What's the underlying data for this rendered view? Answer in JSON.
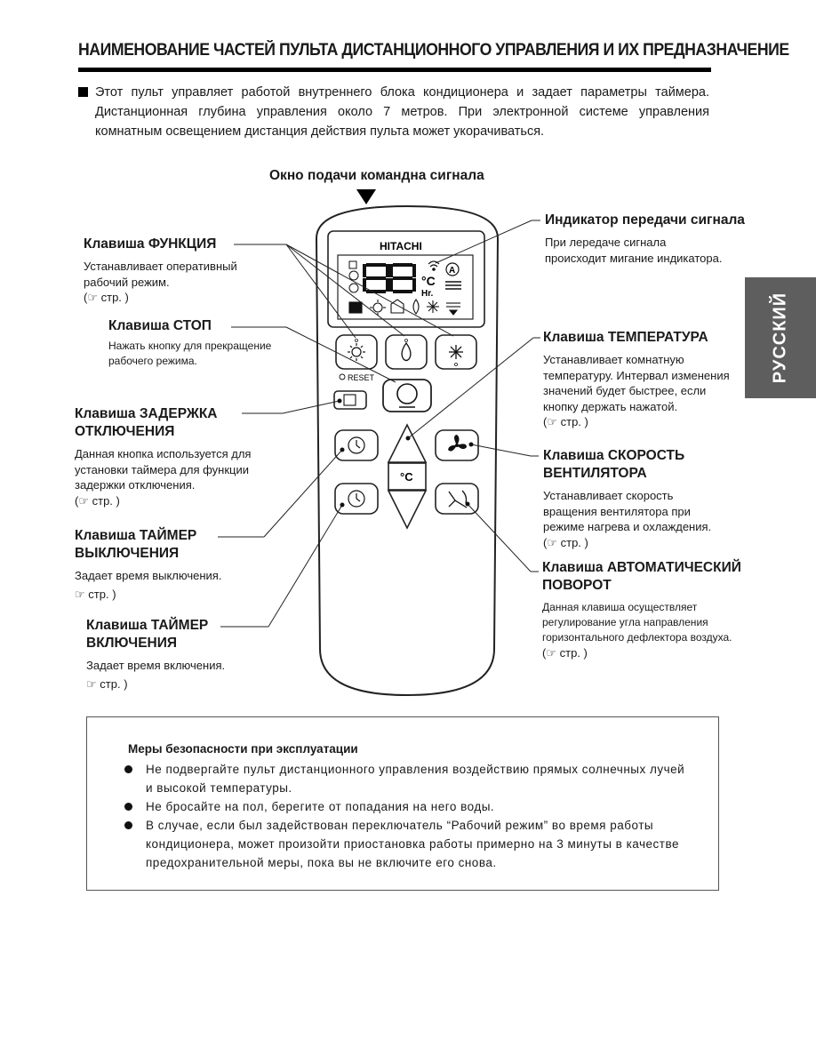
{
  "page_title": "НАИМЕНОВАНИЕ  ЧАСТЕЙ ПУЛЬТА ДИСТАНЦИОННОГО УПРАВЛЕНИЯ И ИХ ПРЕДНАЗНАЧЕНИЕ",
  "intro": "Этот пульт управляет работой внутреннего блока кондиционера и задает параметры таймера. Дистанционная глубина управления около 7 метров. При электронной системе управления комнатным освещением дистанция действия пульта может укорачиваться.",
  "language_tab": "РУССКИЙ",
  "remote": {
    "brand": "HITACHI",
    "reset": "RESET",
    "display_unit_c": "°C",
    "display_unit_hr": "Hr.",
    "display_auto": "A",
    "temp_key_unit": "°C"
  },
  "labels": {
    "signal_window": "Окно подачи команднa  сигнала",
    "function_key": {
      "title": "Клавиша ФУНКЦИЯ",
      "desc1": "Устанавливает оперативный",
      "desc2": "рабочий режим.",
      "ref": "стр.     )"
    },
    "stop_key": {
      "title": "Клавиша СТОП",
      "desc1": "Нажать кнопку для  прекращение",
      "desc2": "рабочего режима."
    },
    "delay_key": {
      "title1": "Клавиша ЗАДЕРЖКА",
      "title2": "ОТКЛЮЧЕНИЯ",
      "desc1": "Данная кнопка используется для",
      "desc2": "установки таймера для функции",
      "desc3": "задержки отключения.",
      "ref": "стр.     )"
    },
    "off_timer_key": {
      "title1": "Клавиша ТАЙМЕР",
      "title2": "ВЫКЛЮЧЕНИЯ",
      "desc1": "Задает время выключения.",
      "ref": "стр.     )"
    },
    "on_timer_key": {
      "title1": "Клавиша ТАЙМЕР",
      "title2": "ВКЛЮЧЕНИЯ",
      "desc1": "Задает время включения.",
      "ref": "стр.     )"
    },
    "signal_indicator": {
      "title": "Индикатор передачи сигнала",
      "desc1": "При лередаче сигнала",
      "desc2": "происходит мигание индикатора."
    },
    "temp_key": {
      "title": "Клавиша ТЕМПЕРАТУРА",
      "desc1": "Устанавливает комнатную",
      "desc2": "температуру. Интервал изменения",
      "desc3": "значений будет быстрее, если",
      "desc4": "кнопку держать нажатой.",
      "ref": "стр.     )"
    },
    "fan_key": {
      "title1": "Клавиша СКОРОСТЬ",
      "title2": "ВЕНТИЛЯТОРА",
      "desc1": "Устанавливает скорость",
      "desc2": "вращения вентилятора при",
      "desc3": "режиме нагрева и охлаждения.",
      "ref": "стр.     )"
    },
    "swing_key": {
      "title1": "Клавиша АВТОМАТИЧЕСКИЙ",
      "title2": "ПОВОРОТ",
      "desc1": "Данная клавиша осуществляет",
      "desc2": "регулирование угла направления",
      "desc3": "горизонтального дефлектора воздуха.",
      "ref": "стр.     )"
    }
  },
  "safety": {
    "heading": "Меры безопасности при эксплуатации",
    "items": [
      "Не подвергайте пульт дистанционного управления воздействию  прямых солнечных  лучей и высокой температуры.",
      "Не  бросайте  на  пол,  берегите  от попадания  на  него воды.",
      "В  случае,  если  был  задействован переключатель “Рабочий режим” во время работы кондиционера,  может произойти  приостановка  работы примерно на  3  минуты  в  качестве предохранительной меры, пока вы не включите  его  снова."
    ]
  }
}
